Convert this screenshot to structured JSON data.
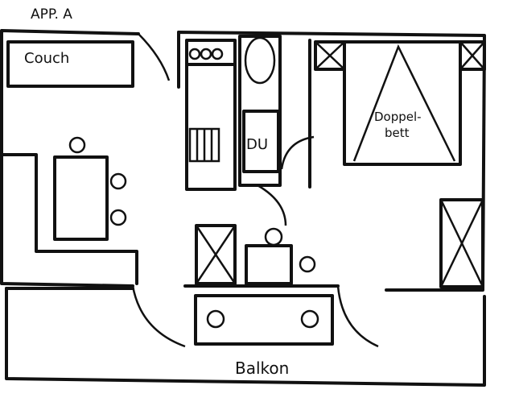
{
  "title": "APP. A",
  "labels": {
    "couch": "Couch",
    "shower": "DU",
    "bed_line1": "Doppel-",
    "bed_line2": "bett",
    "balcony": "Balkon"
  }
}
